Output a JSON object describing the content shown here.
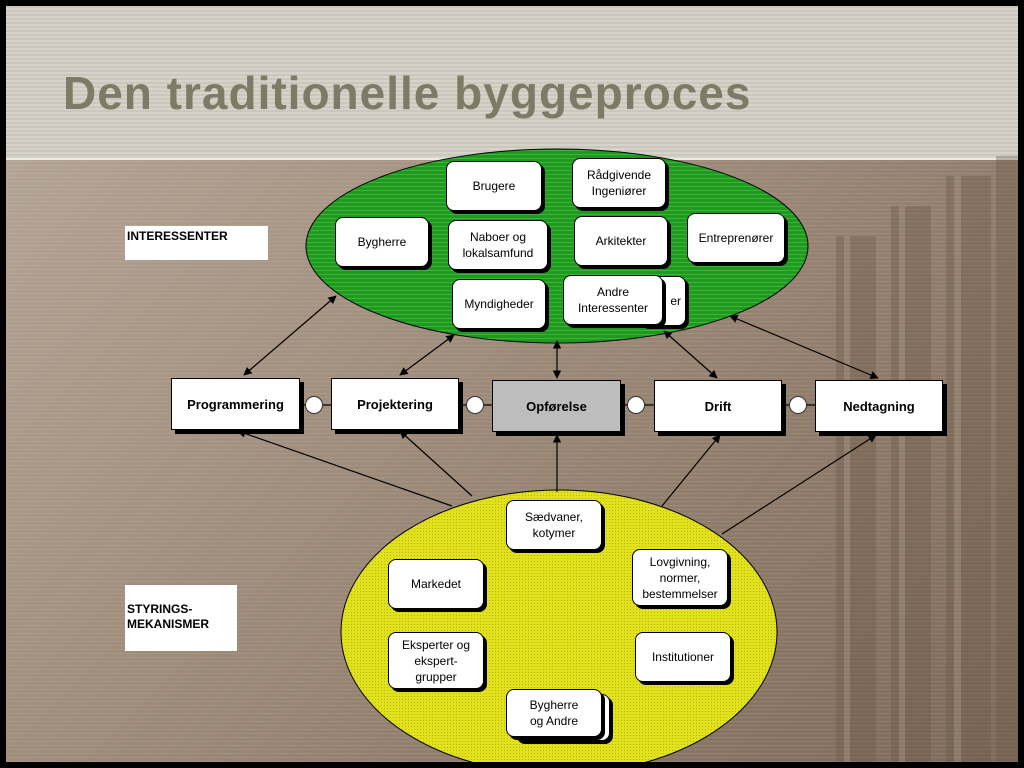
{
  "title": "Den traditionelle byggeproces",
  "section_labels": {
    "stakeholders": "INTERESSENTER",
    "steering_line1": "STYRINGS-",
    "steering_line2": "MEKANISMER"
  },
  "stakeholders": {
    "brugere": "Brugere",
    "radgivende": [
      "Rådgivende",
      "Ingeniører"
    ],
    "bygherre": "Bygherre",
    "naboer": [
      "Naboer og",
      "lokalsamfund"
    ],
    "arkitekter": "Arkitekter",
    "entreprenorer": "Entreprenører",
    "myndigheder": "Myndigheder",
    "andre": [
      "Andre",
      "Interessenter"
    ],
    "behind_fragment": "er"
  },
  "phases": [
    "Programmering",
    "Projektering",
    "Opførelse",
    "Drift",
    "Nedtagning"
  ],
  "mechanisms": {
    "saedvaner": [
      "Sædvaner,",
      "kotymer"
    ],
    "markedet": "Markedet",
    "lovgivning": [
      "Lovgivning,",
      "normer,",
      "bestemmelser"
    ],
    "eksperter": [
      "Eksperter og",
      "ekspert-",
      "grupper"
    ],
    "institutioner": "Institutioner",
    "bygherre_andre": [
      "Bygherre",
      "og Andre"
    ]
  },
  "colors": {
    "stakeholder_ellipse": "#1f9a1f",
    "mechanism_ellipse": "#e2e21c",
    "title": "#7f7a66",
    "phase_highlight": "#bdbdbd"
  }
}
